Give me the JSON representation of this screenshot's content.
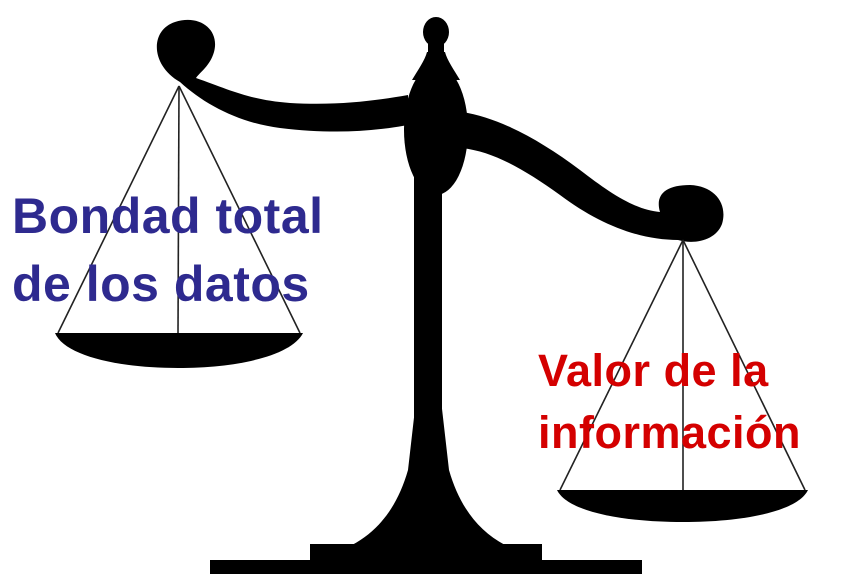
{
  "left_label": {
    "line1": "Bondad total",
    "line2": "de los datos",
    "color": "#2e2a8f"
  },
  "right_label": {
    "line1": "Valor de la",
    "line2": "información",
    "color": "#d40000"
  },
  "colors": {
    "scale": "#000000",
    "strings": "#222222",
    "background": "#ffffff"
  },
  "icon": "balance-scale-icon"
}
